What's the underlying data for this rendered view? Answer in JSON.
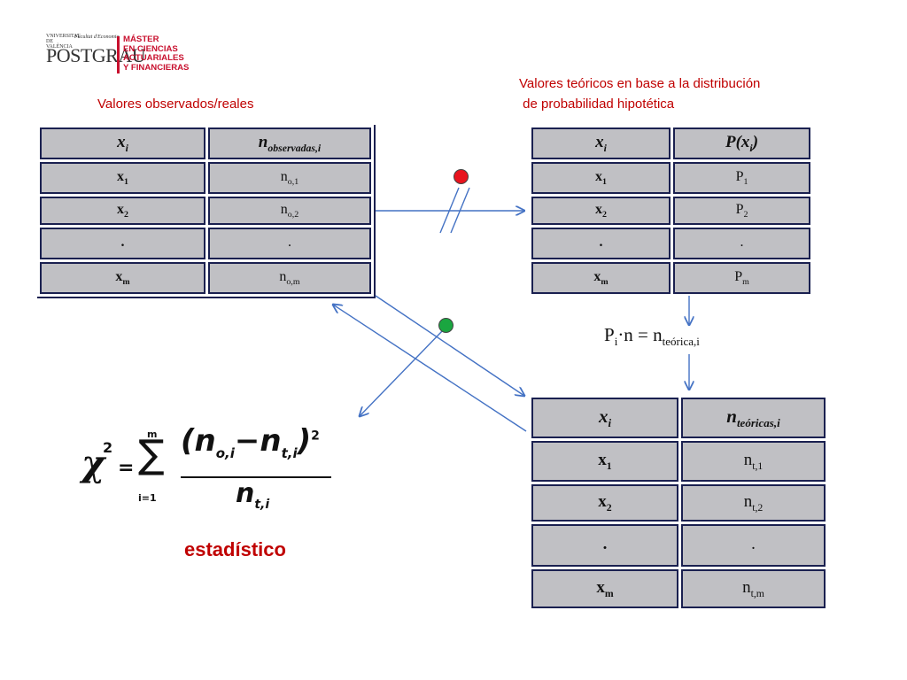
{
  "logo": {
    "university": "VNIVERSITAT DE VALÈNCIA",
    "faculty": "Facultat d'Economia",
    "brand": "POSTGRAU",
    "program_lines": [
      "MÁSTER",
      "EN CIENCIAS",
      "ACTUARIALES",
      "Y FINANCIERAS"
    ]
  },
  "captions": {
    "observed": "Valores observados/reales",
    "theoretical_line1": "Valores teóricos en base a la distribución",
    "theoretical_line2": " de probabilidad hipotética"
  },
  "observed_table": {
    "header": {
      "x": "x",
      "x_sub": "i",
      "n": "n",
      "n_sub": "observadas,i"
    },
    "rows": [
      {
        "x": "x",
        "x_sub": "1",
        "n": "n",
        "n_sub": "o,1"
      },
      {
        "x": "x",
        "x_sub": "2",
        "n": "n",
        "n_sub": "o,2"
      },
      {
        "x": ".",
        "x_sub": "",
        "n": ".",
        "n_sub": ""
      },
      {
        "x": "x",
        "x_sub": "m",
        "n": "n",
        "n_sub": "o,m"
      }
    ]
  },
  "probability_table": {
    "header": {
      "x": "x",
      "x_sub": "i",
      "p": "P(x",
      "p_sub": "i",
      "p_close": ")"
    },
    "rows": [
      {
        "x": "x",
        "x_sub": "1",
        "p": "P",
        "p_sub": "1"
      },
      {
        "x": "x",
        "x_sub": "2",
        "p": "P",
        "p_sub": "2"
      },
      {
        "x": ".",
        "x_sub": "",
        "p": ".",
        "p_sub": ""
      },
      {
        "x": "x",
        "x_sub": "m",
        "p": "P",
        "p_sub": "m"
      }
    ]
  },
  "theoretical_table": {
    "header": {
      "x": "x",
      "x_sub": "i",
      "n": "n",
      "n_sub": "teóricas,i"
    },
    "rows": [
      {
        "x": "x",
        "x_sub": "1",
        "n": "n",
        "n_sub": "t,1"
      },
      {
        "x": "x",
        "x_sub": "2",
        "n": "n",
        "n_sub": "t,2"
      },
      {
        "x": ".",
        "x_sub": "",
        "n": ".",
        "n_sub": ""
      },
      {
        "x": "x",
        "x_sub": "m",
        "n": "n",
        "n_sub": "t,m"
      }
    ]
  },
  "formulas": {
    "expected_left": "P",
    "expected_left_sub": "i",
    "expected_mid": "·n = n",
    "expected_right_sub": "teórica,i",
    "chi_symbol": "χ",
    "chi_exp": "2",
    "equals": "=",
    "sum_upper": "m",
    "sum_lower": "i=1",
    "numerator": "(n",
    "numerator_sub_o": "o,i",
    "minus": "−n",
    "numerator_sub_t": "t,i",
    "numerator_close": ")",
    "numerator_exp": "2",
    "denominator": "n",
    "denominator_sub": "t,i"
  },
  "labels": {
    "statistic": "estadístico"
  },
  "colors": {
    "caption": "#c00000",
    "arrow": "#4472c4",
    "dot_red": "#e8141e",
    "dot_green": "#1aa640",
    "cell": "#c0c0c4",
    "cell_border": "#1a2050"
  }
}
